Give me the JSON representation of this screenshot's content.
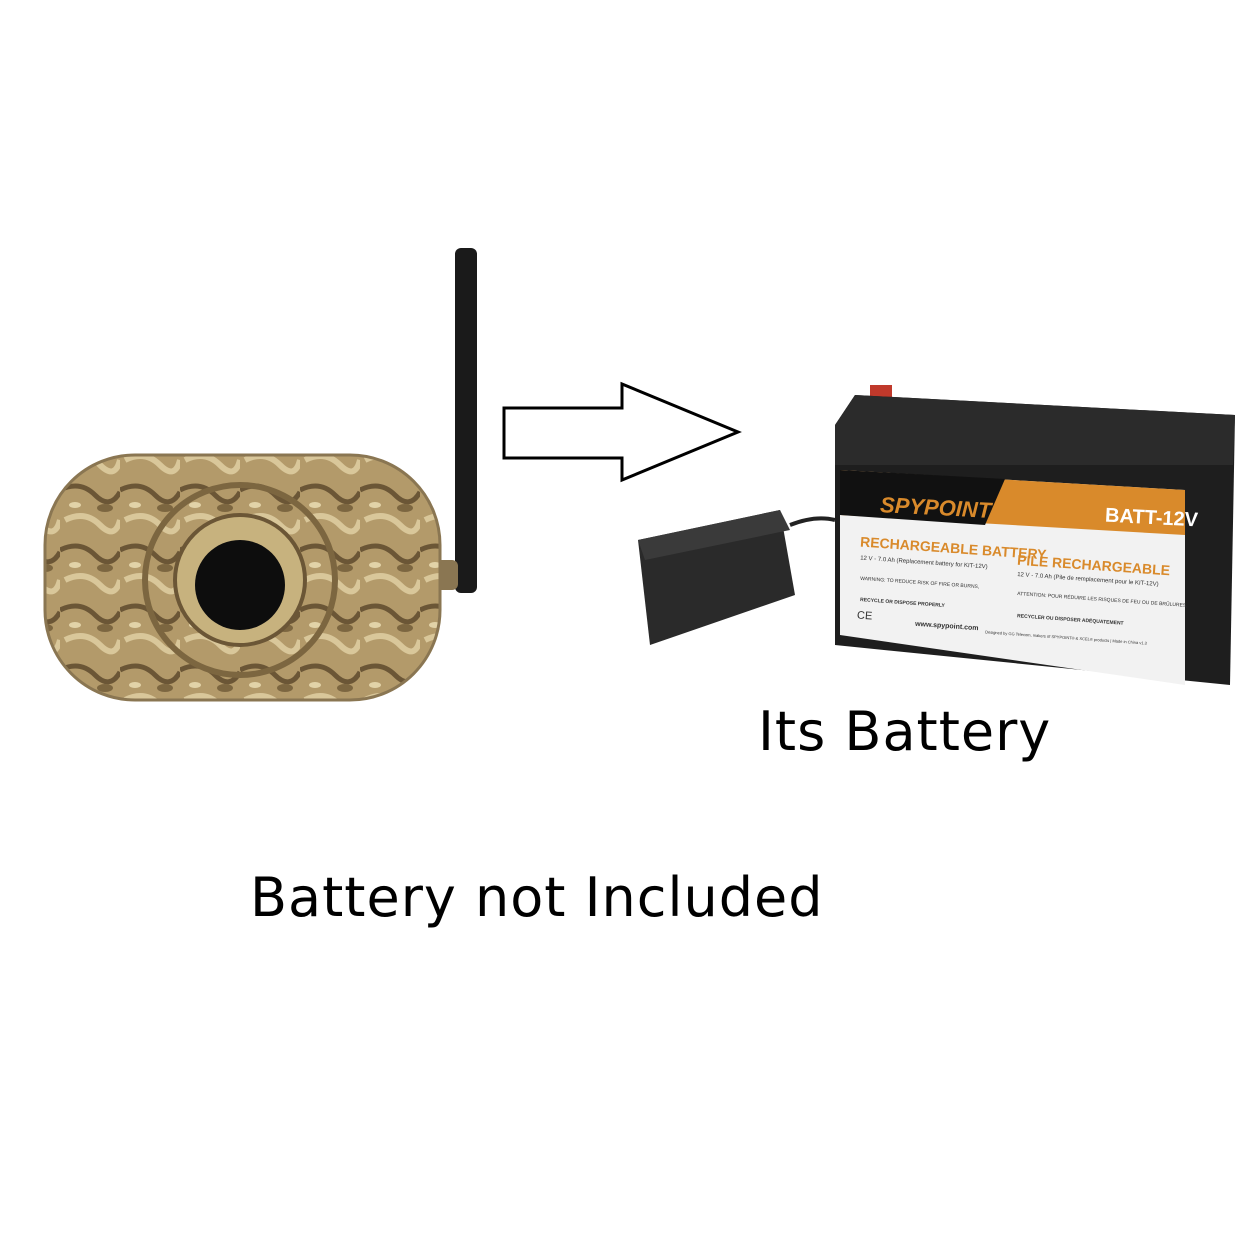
{
  "captions": {
    "its_battery": "Its Battery",
    "not_included": "Battery not Included"
  },
  "battery_label": {
    "brand": "SPYPOINT",
    "model": "BATT-12V",
    "title_en": "RECHARGEABLE BATTERY",
    "spec_en": "12 V - 7.0 Ah (Replacement battery for KIT-12V)",
    "title_fr": "PILE RECHARGEABLE",
    "spec_fr": "12 V - 7.0 Ah (Pile de remplacement pour le KIT-12V)",
    "warning_en": "WARNING: TO REDUCE RISK OF FIRE OR BURNS,",
    "recycle_en": "RECYCLE OR DISPOSE PROPERLY",
    "attention_fr": "ATTENTION: POUR RÉDUIRE LES RISQUES DE FEU OU DE BRÛLURES,",
    "recycle_fr": "RECYCLER OU DISPOSER ADÉQUATEMENT",
    "website": "www.spypoint.com",
    "designed_by": "Designed by GG Telecom, makers of SPYPOINT® & XCEL® products | Made in China  v1.3",
    "cert_marks": "CE"
  },
  "colors": {
    "camo_base": "#b39a6a",
    "camo_dark": "#6b5636",
    "label_orange": "#d98a2b",
    "battery_body": "#1e1e1e",
    "text": "#000000"
  }
}
